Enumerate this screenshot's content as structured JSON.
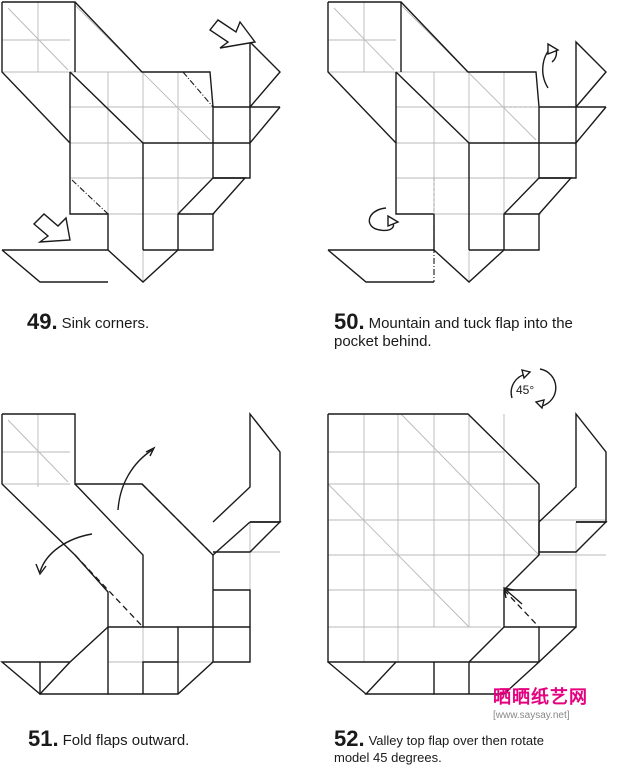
{
  "steps": [
    {
      "number": "49.",
      "text": "Sink corners."
    },
    {
      "number": "50.",
      "text": "Mountain and tuck flap into the pocket behind."
    },
    {
      "number": "51.",
      "text": "Fold flaps outward."
    },
    {
      "number": "52.",
      "text": "Valley top flap over then rotate model 45 degrees."
    }
  ],
  "rotate_label": "45°",
  "watermark": {
    "brand": "晒晒纸艺网",
    "url": "[www.saysay.net]"
  }
}
